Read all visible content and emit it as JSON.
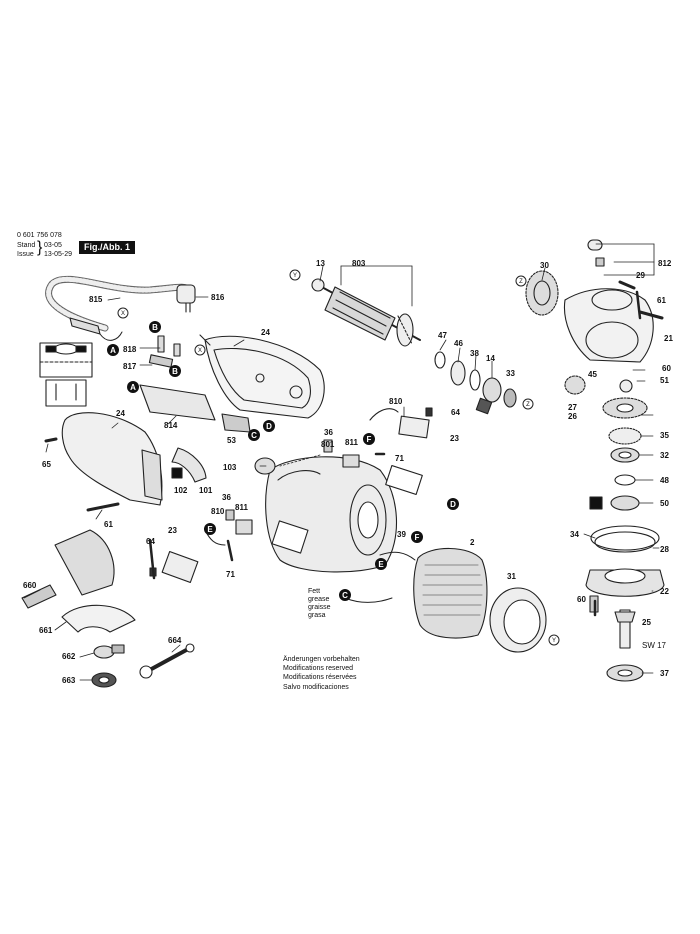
{
  "header": {
    "part_number": "0 601 756 078",
    "stand_label": "Stand",
    "stand_value": "03-05",
    "issue_label": "Issue",
    "issue_value": "13-05-29",
    "figure_label": "Fig./Abb. 1"
  },
  "notice_lines": [
    "Änderungen vorbehalten",
    "Modifications reserved",
    "Modifications réservées",
    "Salvo modificaciones"
  ],
  "grease_lines": [
    "Fett",
    "grease",
    "graisse",
    "grasa"
  ],
  "callouts": {
    "p13": "13",
    "p803": "803",
    "p30": "30",
    "p812": "812",
    "p29": "29",
    "p61a": "61",
    "p21": "21",
    "p815": "815",
    "p816": "816",
    "p24a": "24",
    "p818": "818",
    "p817": "817",
    "p814": "814",
    "p47": "47",
    "p46": "46",
    "p38": "38",
    "p14": "14",
    "p33": "33",
    "p60a": "60",
    "p51": "51",
    "p45": "45",
    "p27": "27",
    "p26": "26",
    "p35": "35",
    "p32": "32",
    "p48": "48",
    "p50": "50",
    "p24b": "24",
    "p65": "65",
    "p102": "102",
    "p101": "101",
    "p61b": "61",
    "p53": "53",
    "p810a": "810",
    "p64a": "64",
    "p23a": "23",
    "p36a": "36",
    "p811a": "811",
    "p71a": "71",
    "p801": "801",
    "p103": "103",
    "p36b": "36",
    "p810b": "810",
    "p811b": "811",
    "p23b": "23",
    "p64b": "64",
    "p71b": "71",
    "p39": "39",
    "p2": "2",
    "p31": "31",
    "p34": "34",
    "p28": "28",
    "p60b": "60",
    "p22": "22",
    "p25": "25",
    "sw17": "SW 17",
    "p37": "37",
    "p660": "660",
    "p661": "661",
    "p662": "662",
    "p663": "663",
    "p664": "664"
  },
  "markers": {
    "A": "A",
    "B": "B",
    "C": "C",
    "D": "D",
    "E": "E",
    "F": "F",
    "X": "X",
    "Y": "Y",
    "Z": "Z"
  }
}
